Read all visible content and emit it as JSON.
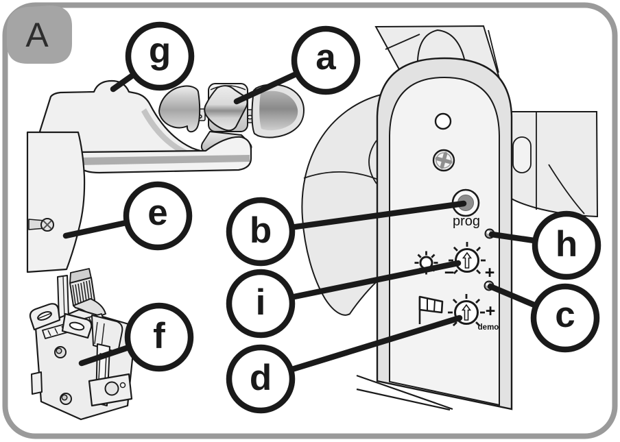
{
  "figure": {
    "badge": "A"
  },
  "callouts": {
    "a": "a",
    "b": "b",
    "c": "c",
    "d": "d",
    "e": "e",
    "f": "f",
    "g": "g",
    "h": "h",
    "i": "i"
  },
  "control_panel": {
    "prog_label": "prog",
    "light_dial_minus": "−",
    "light_dial_plus": "+",
    "wind_dial_plus": "+",
    "wind_dial_demo": "demo"
  },
  "colors": {
    "frame": "#9a9a9a",
    "badge_bg": "#a5a5a5",
    "ink": "#1a1a1a",
    "panel_face": "#f3f3f3",
    "panel_band": "#e2e2e2",
    "prog_button": "#8e8e8e",
    "led": "#a9a9a9"
  }
}
